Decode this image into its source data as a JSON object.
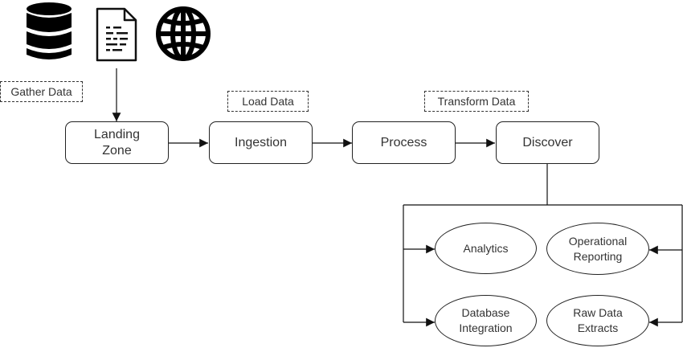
{
  "icons": [
    "database-icon",
    "document-icon",
    "globe-icon"
  ],
  "labels": {
    "gather": "Gather Data",
    "load": "Load Data",
    "transform": "Transform Data"
  },
  "stages": {
    "landing_line1": "Landing",
    "landing_line2": "Zone",
    "ingestion": "Ingestion",
    "process": "Process",
    "discover": "Discover"
  },
  "outputs": {
    "analytics": "Analytics",
    "operational_line1": "Operational",
    "operational_line2": "Reporting",
    "database_line1": "Database",
    "database_line2": "Integration",
    "raw_line1": "Raw Data",
    "raw_line2": "Extracts"
  }
}
